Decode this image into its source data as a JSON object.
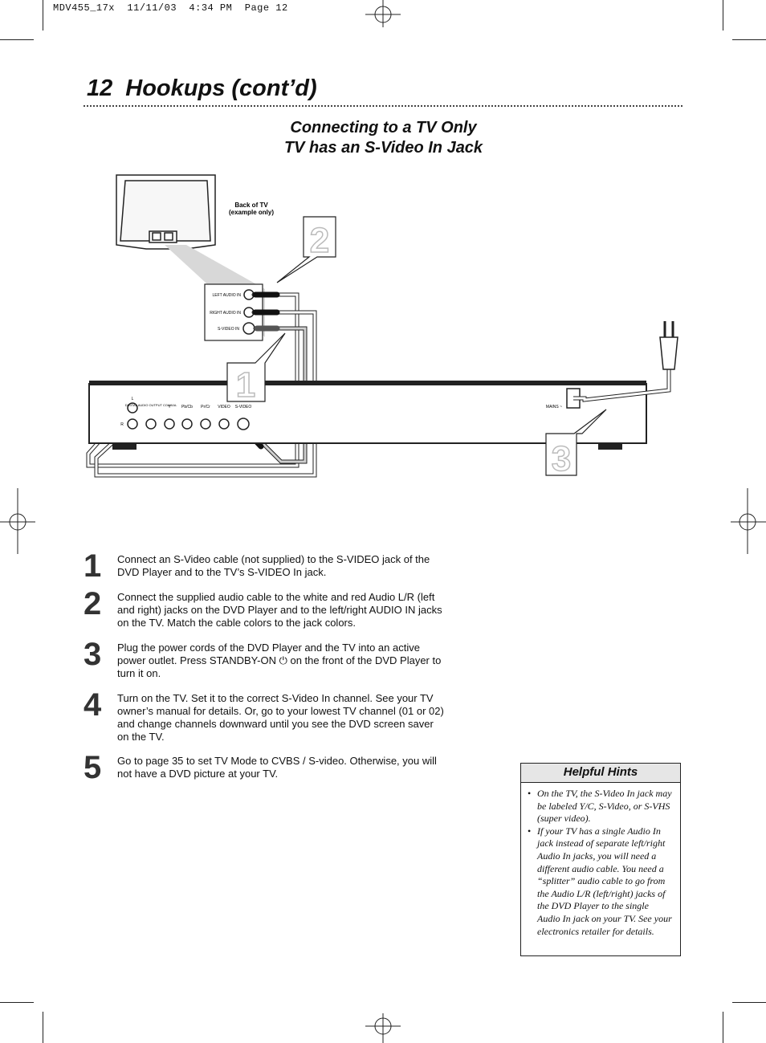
{
  "slug": "MDV455_17x  11/11/03  4:34 PM  Page 12",
  "header": {
    "page_number": "12",
    "title": "Hookups (cont’d)"
  },
  "section": {
    "line1": "Connecting to a TV Only",
    "line2": "TV has an S-Video In Jack"
  },
  "diagram": {
    "back_of_tv": "Back of TV",
    "example_only": "(example only)",
    "tv_jacks": [
      "LEFT AUDIO IN",
      "RIGHT AUDIO IN",
      "S-VIDEO IN"
    ],
    "player_jacks": [
      "L",
      "R",
      "DIGITAL AUDIO OUTPUT COAXIAL",
      "Y",
      "Pb/Cb",
      "Pr/Cr",
      "VIDEO",
      "S-VIDEO"
    ],
    "mains": "MAINS ~",
    "callouts": [
      "2",
      "1",
      "3"
    ]
  },
  "steps": [
    {
      "number": "1",
      "text": "Connect an S-Video cable (not supplied) to the S-VIDEO jack of the DVD Player and to the TV’s S-VIDEO In jack."
    },
    {
      "number": "2",
      "text": "Connect the supplied audio cable to the white and red Audio L/R (left and right) jacks on the DVD Player and to the left/right AUDIO IN jacks on the TV. Match the cable colors to the jack colors."
    },
    {
      "number": "3",
      "text": "Plug the power cords of the DVD Player and the TV into an active power outlet. Press STANDBY-ON ⏻ on the front of the DVD Player to turn it on."
    },
    {
      "number": "4",
      "text": "Turn on the TV. Set it to the correct S-Video In channel. See your TV owner’s manual for details. Or, go to your lowest TV channel (01 or 02) and change channels downward until you see the DVD screen saver on the TV."
    },
    {
      "number": "5",
      "text": "Go to page 35 to set TV Mode to CVBS / S-video. Otherwise, you will not have a DVD picture at your TV."
    }
  ],
  "hints": {
    "title": "Helpful Hints",
    "items": [
      "On the TV, the S-Video In jack may be labeled Y/C, S-Video, or S-VHS (super video).",
      "If your TV has a single Audio In jack instead of separate left/right Audio In jacks, you will need a different audio cable. You need a “splitter” audio cable to go from the Audio L/R (left/right) jacks of the DVD Player to the single Audio In jack on your TV. See your electronics retailer for details."
    ]
  }
}
